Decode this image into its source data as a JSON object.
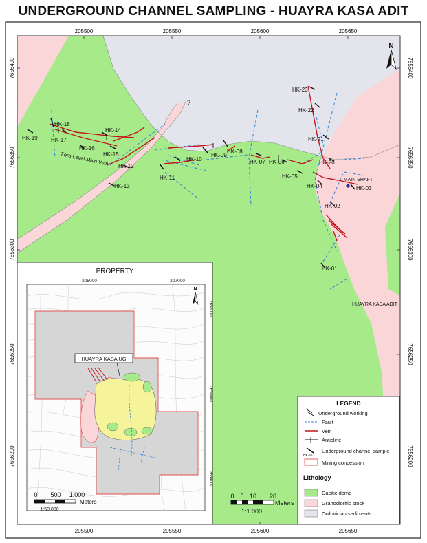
{
  "title": "UNDERGROUND CHANNEL SAMPLING - HUAYRA KASA ADIT",
  "grid": {
    "x_labels": [
      "205500",
      "205550",
      "205600",
      "205650"
    ],
    "y_labels": [
      "7656400",
      "7656350",
      "7656300",
      "7656250",
      "7656200"
    ]
  },
  "map_labels": {
    "vein_name": "Zero Level Main Vein",
    "question": "?",
    "main_shaft": "MAIN SHAFT",
    "adit": "HUAYRA KASA ADIT",
    "north": "N"
  },
  "samples": [
    "HK-01",
    "HK-02",
    "HK-03",
    "HK-04",
    "HK-05",
    "HK-06",
    "HK-07",
    "HK-08",
    "HK-09",
    "HK-10",
    "HK-11",
    "HK-12",
    "HK-13",
    "HK-14",
    "HK-15",
    "HK-16",
    "HK-17",
    "HK-18",
    "HK-19",
    "HK-20",
    "HK-21",
    "HK-22",
    "HK-23"
  ],
  "inset": {
    "title": "PROPERTY",
    "x_labels": [
      "205000",
      "207000"
    ],
    "y_labels": [
      "7658000",
      "7656000",
      "7654000"
    ],
    "ug_label": "HUAYRA KASA UG",
    "scale_ticks": [
      "0",
      "500",
      "1.000"
    ],
    "scale_unit": "Meters",
    "scale_ratio": "1:50.000",
    "north": "N"
  },
  "scale": {
    "ticks": [
      "0",
      "5",
      "10",
      "20"
    ],
    "unit": "Meters",
    "ratio": "1:1.000"
  },
  "legend": {
    "title": "LEGEND",
    "items": [
      {
        "label": "Underground working"
      },
      {
        "label": "Fault"
      },
      {
        "label": "Vein"
      },
      {
        "label": "Anticline"
      },
      {
        "label": "Underground channel sample",
        "symbol_text": "HK-01"
      },
      {
        "label": "Mining concession"
      }
    ],
    "lithology_title": "Lithology",
    "lithology": [
      {
        "label": "Dacitic dome",
        "color": "#a6ea8a"
      },
      {
        "label": "Granodioritic stock",
        "color": "#fad6d8"
      },
      {
        "label": "Ordovician sediments",
        "color": "#e4e4ec"
      }
    ]
  },
  "colors": {
    "dacite": "#a6ea8a",
    "granodiorite": "#fad6d8",
    "sediment": "#e4e4ec",
    "vein": "#c4161c",
    "fault": "#3a86d8",
    "concession": "#e05050",
    "inset_yellow": "#f6f49a"
  }
}
